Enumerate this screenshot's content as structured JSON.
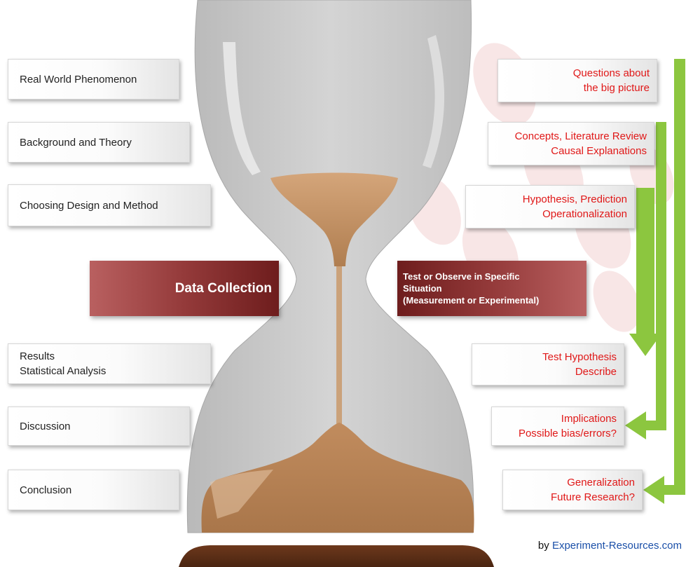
{
  "left_steps": [
    {
      "text": "Real World Phenomenon"
    },
    {
      "text": "Background and Theory"
    },
    {
      "text": "Choosing Design and Method"
    },
    {
      "line1": "Results",
      "line2": "Statistical Analysis"
    },
    {
      "text": "Discussion"
    },
    {
      "text": "Conclusion"
    }
  ],
  "center": {
    "label": "Data Collection",
    "detail": {
      "line1": "Test or Observe in Specific",
      "line2": "Situation",
      "line3": "(Measurement or Experimental)"
    }
  },
  "right_steps": [
    {
      "line1": "Questions about",
      "line2": "the big picture"
    },
    {
      "line1": "Concepts, Literature Review",
      "line2": "Causal Explanations"
    },
    {
      "line1": "Hypothesis, Prediction",
      "line2": "Operationalization"
    },
    {
      "line1": "Test Hypothesis",
      "line2": "Describe"
    },
    {
      "line1": "Implications",
      "line2": "Possible bias/errors?"
    },
    {
      "line1": "Generalization",
      "line2": "Future Research?"
    }
  ],
  "credit": {
    "prefix": "by ",
    "site": "Experiment-Resources.com"
  },
  "colors": {
    "sand": "#c8956a",
    "wood": "#5c2f17",
    "data_collection": "#943a3a",
    "right_text": "#e01818",
    "arrow_green": "#8cc63f",
    "credit_link": "#1a4fa8"
  }
}
